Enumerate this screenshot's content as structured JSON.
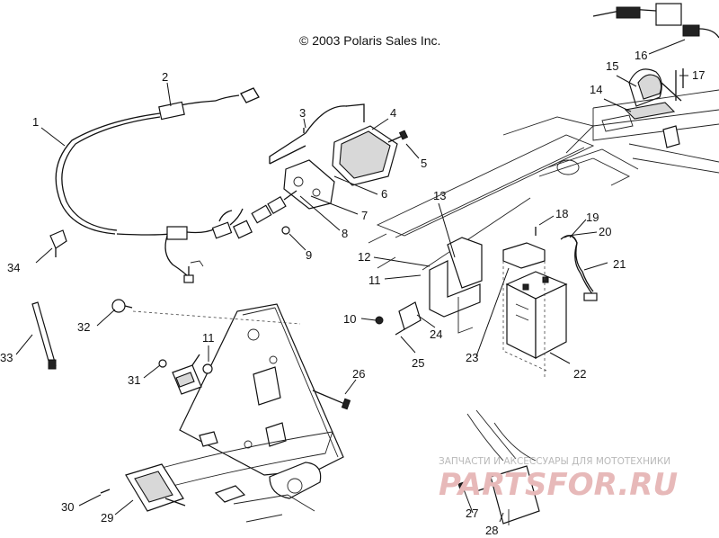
{
  "copyright": "© 2003 Polaris Sales Inc.",
  "watermark": {
    "line1": "ЗАПЧАСТИ И АКСЕССУАРЫ ДЛЯ МОТОТЕХНИКИ",
    "line2": "PARTSFOR.RU"
  },
  "callouts": [
    "1",
    "2",
    "3",
    "4",
    "5",
    "6",
    "7",
    "8",
    "9",
    "10",
    "11",
    "11",
    "12",
    "13",
    "14",
    "15",
    "16",
    "17",
    "18",
    "19",
    "20",
    "21",
    "22",
    "23",
    "24",
    "25",
    "26",
    "27",
    "28",
    "29",
    "30",
    "31",
    "32",
    "33",
    "34"
  ]
}
